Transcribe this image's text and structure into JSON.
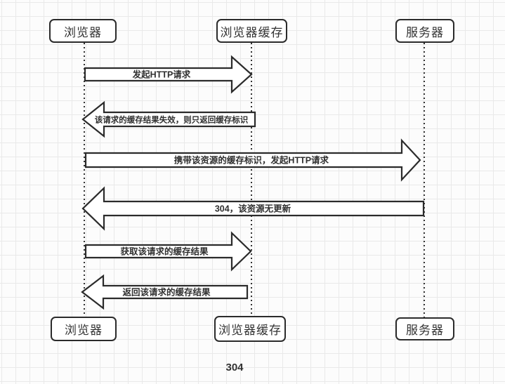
{
  "diagram": {
    "caption": "304",
    "actors": {
      "browser": "浏览器",
      "cache": "浏览器缓存",
      "server": "服务器"
    },
    "messages": [
      {
        "label": "发起HTTP请求",
        "from": "浏览器",
        "to": "浏览器缓存",
        "direction": "right"
      },
      {
        "label": "该请求的缓存结果失效，则只返回缓存标识",
        "from": "浏览器缓存",
        "to": "浏览器",
        "direction": "left"
      },
      {
        "label": "携带该资源的缓存标识，发起HTTP请求",
        "from": "浏览器",
        "to": "服务器",
        "direction": "right"
      },
      {
        "label": "304，该资源无更新",
        "from": "服务器",
        "to": "浏览器",
        "direction": "left"
      },
      {
        "label": "获取该请求的缓存结果",
        "from": "浏览器",
        "to": "浏览器缓存",
        "direction": "right"
      },
      {
        "label": "返回该请求的缓存结果",
        "from": "浏览器缓存",
        "to": "浏览器",
        "direction": "left"
      }
    ],
    "colors": {
      "shape_stroke": "#2b2b2b",
      "shape_fill": "#ffffff",
      "text": "#2f2f2f",
      "grid_line": "#e9e9e9",
      "background": "#fcfcfc"
    }
  }
}
